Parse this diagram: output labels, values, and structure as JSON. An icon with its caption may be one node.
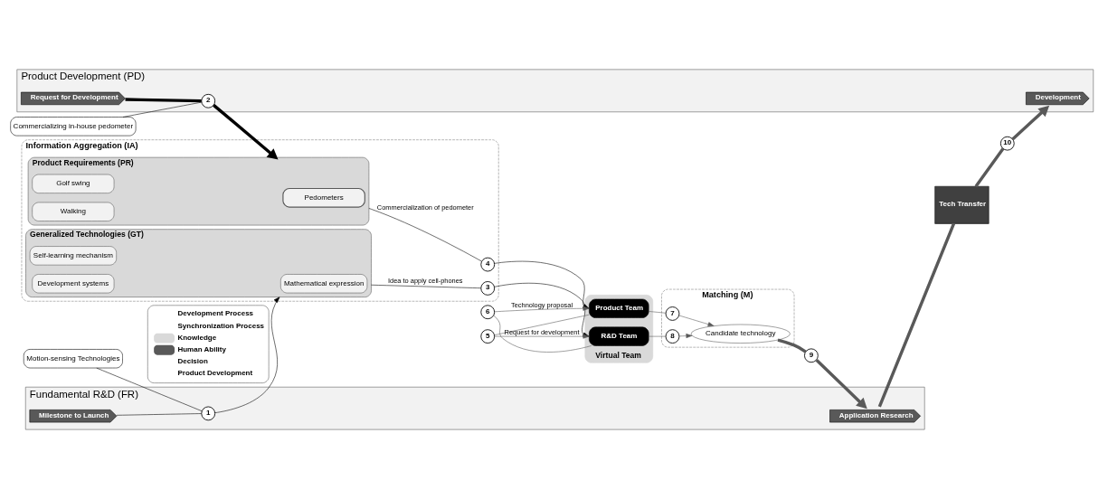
{
  "diagram": {
    "nodes": [
      {
        "text": [
          "Commercializing in-house pedometer"
        ]
      },
      {
        "text": [
          "Product Development (PD)"
        ]
      },
      {
        "text": [
          "2"
        ],
        "in": 1
      },
      {
        "text": [
          "Request for Development"
        ],
        "in": 1
      },
      {
        "text": [
          "Development"
        ],
        "in": 1
      },
      {
        "text": [
          "Information Aggregation (IA)"
        ]
      },
      {
        "text": [
          "Product Requirements (PR)"
        ],
        "in": 5
      },
      {
        "text": [
          "Pedometers"
        ],
        "in": 6
      },
      {
        "text": [
          "Golf swing"
        ],
        "in": 6
      },
      {
        "text": [
          "Walking"
        ],
        "in": 6
      },
      {
        "text": [
          "4"
        ],
        "in": 5
      },
      {
        "text": [
          "6"
        ]
      },
      {
        "text": [
          "Matching (M)"
        ]
      },
      {
        "text": [
          "Virtual Team"
        ]
      },
      {
        "text": [
          "Product Team"
        ],
        "in": 13
      },
      {
        "text": [
          "7"
        ],
        "in": 12
      },
      {
        "text": [
          "Candidate technology"
        ],
        "in": 12
      },
      {
        "text": [
          "10"
        ]
      },
      {
        "text": [
          "Tech Transfer"
        ]
      },
      {
        "text": [
          "5"
        ]
      },
      {
        "text": [
          "R&D Team"
        ],
        "in": 13
      },
      {
        "text": [
          "8"
        ],
        "in": 12
      },
      {
        "text": [
          "Generalized Technologies (GT)"
        ],
        "in": 5
      },
      {
        "text": [
          "Mathematical expression"
        ],
        "in": 22
      },
      {
        "text": [
          "Self-learning mechanism"
        ],
        "in": 22
      },
      {
        "text": [
          "Development systems"
        ],
        "in": 22
      },
      {
        "text": [
          "3"
        ],
        "in": 5
      },
      {
        "text": [
          "9"
        ]
      },
      {
        "text": [
          "Fundamental R&D (FR)"
        ]
      },
      {
        "text": [
          "1"
        ],
        "in": 28
      },
      {
        "text": [
          "Milestone to Launch"
        ],
        "in": 28
      },
      {
        "text": [
          "Application Research"
        ],
        "in": 28
      },
      {
        "text": [
          "Motion-sensing Technologies"
        ]
      }
    ],
    "edges": [
      {
        "from": 0,
        "to": 2,
        "arrow": "none",
        "color": "#000000"
      },
      {
        "from": 3,
        "to": 2,
        "arrow": "none",
        "style": "thick",
        "color": "#000000"
      },
      {
        "from": 2,
        "to": 6,
        "arrow": "to",
        "style": "thick",
        "color": "#000000"
      },
      {
        "from": 6,
        "to": 10,
        "arrow": "none",
        "label": "Commercialization of pedometer",
        "color": "#000000"
      },
      {
        "from": 10,
        "to": 14,
        "arrow": "to",
        "color": "#000000"
      },
      {
        "from": 20,
        "to": 11,
        "arrow": "none"
      },
      {
        "from": 11,
        "to": 14,
        "arrow": "to",
        "label": "Technology proposal"
      },
      {
        "from": 14,
        "to": 19,
        "arrow": "none"
      },
      {
        "from": 19,
        "to": 20,
        "arrow": "to",
        "label": "Request for development"
      },
      {
        "from": 14,
        "to": 15,
        "arrow": "none"
      },
      {
        "from": 15,
        "to": 16,
        "arrow": "to"
      },
      {
        "from": 20,
        "to": 21,
        "arrow": "none"
      },
      {
        "from": 21,
        "to": 16,
        "arrow": "to"
      },
      {
        "from": 22,
        "to": 26,
        "arrow": "none",
        "label": "Idea to apply cell-phones",
        "color": "#000000"
      },
      {
        "from": 26,
        "to": 20,
        "arrow": "to",
        "color": "#000000"
      },
      {
        "from": 16,
        "to": 27,
        "arrow": "none",
        "style": "thick"
      },
      {
        "from": 27,
        "to": 31,
        "arrow": "to",
        "style": "thick"
      },
      {
        "from": 31,
        "to": 18,
        "arrow": "none",
        "style": "thick"
      },
      {
        "from": 18,
        "to": 17,
        "arrow": "none",
        "style": "thick"
      },
      {
        "from": 17,
        "to": 4,
        "arrow": "to",
        "style": "thick"
      },
      {
        "from": 30,
        "to": 29,
        "arrow": "none",
        "color": "#000000"
      },
      {
        "from": 29,
        "to": 22,
        "arrow": "to",
        "color": "#000000"
      },
      {
        "from": 32,
        "to": 29,
        "arrow": "none",
        "color": "#000000"
      }
    ],
    "legend": [
      {
        "text": "Development Process"
      },
      {
        "text": "Synchronization Process"
      },
      {
        "text": "Knowledge",
        "color": "#d9d9d9"
      },
      {
        "text": "Human Ability",
        "color": "#595959"
      },
      {
        "text": "Decision"
      },
      {
        "text": "Product Development"
      }
    ]
  }
}
